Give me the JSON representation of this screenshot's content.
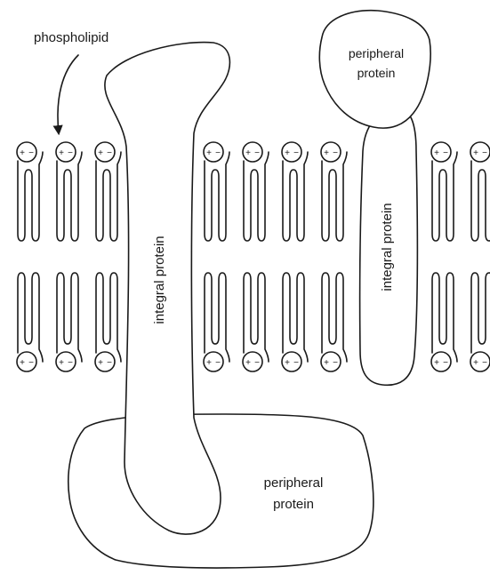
{
  "labels": {
    "phospholipid": "phospholipid",
    "integral_left": "integral protein",
    "integral_right": "integral protein",
    "peripheral_top_line1": "peripheral",
    "peripheral_top_line2": "protein",
    "peripheral_bottom_line1": "peripheral",
    "peripheral_bottom_line2": "protein"
  },
  "head_charge_symbols": {
    "plus": "+",
    "minus": "−"
  }
}
